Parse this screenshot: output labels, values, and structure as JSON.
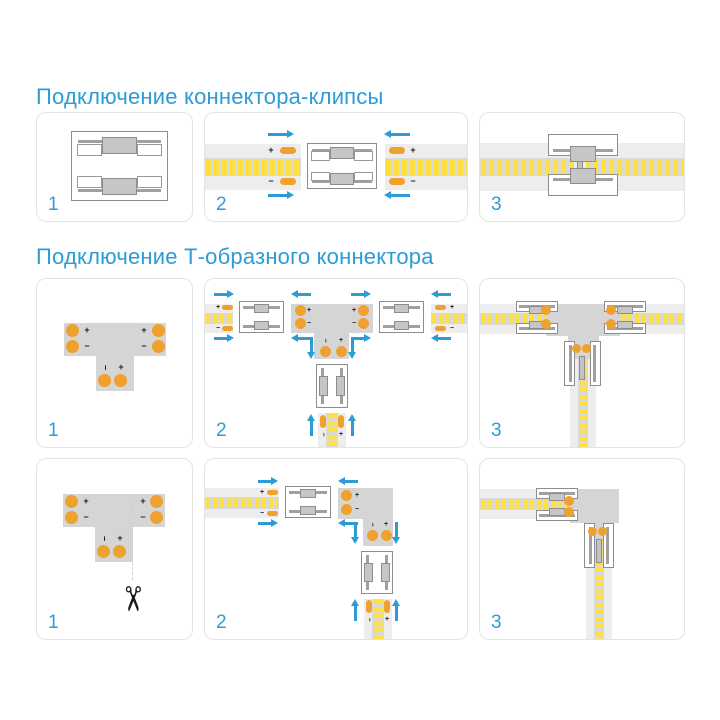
{
  "colors": {
    "accent_blue": "#2d9bd6",
    "pad_orange": "#efa12f",
    "led_yellow": "#ffe042",
    "strip_gray": "#ededed",
    "band_gray": "#d9d9d9",
    "connector_gray": "#d5d5d5"
  },
  "sections": {
    "clip": {
      "title": "Подключение коннектора-клипсы",
      "steps": [
        "1",
        "2",
        "3"
      ]
    },
    "tee": {
      "title": "Подключение Т-образного коннектора",
      "rows": [
        {
          "steps": [
            "1",
            "2",
            "3"
          ]
        },
        {
          "steps": [
            "1",
            "2",
            "3"
          ]
        }
      ]
    }
  },
  "labels": {
    "plus": "+",
    "minus": "−"
  },
  "icons": {
    "scissors": "✂"
  }
}
